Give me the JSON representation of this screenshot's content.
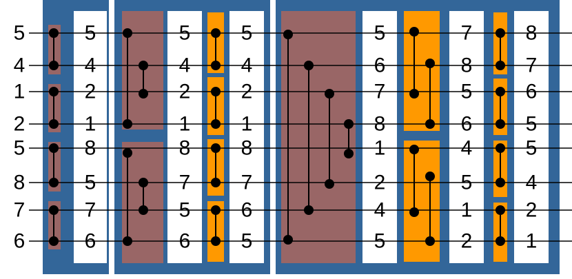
{
  "colors": {
    "background": "#ffffff",
    "stage_panel": "#336699",
    "number_column": "#ffffff",
    "compare_block_brown": "#996666",
    "compare_block_orange": "#ff9900",
    "wire": "#000000"
  },
  "input_column": [
    "5",
    "4",
    "1",
    "2",
    "5",
    "8",
    "7",
    "6"
  ],
  "columns": [
    [
      "5",
      "4",
      "2",
      "1",
      "8",
      "5",
      "7",
      "6"
    ],
    [
      "5",
      "4",
      "2",
      "1",
      "8",
      "7",
      "5",
      "6"
    ],
    [
      "5",
      "4",
      "2",
      "1",
      "8",
      "7",
      "6",
      "5"
    ],
    [
      "5",
      "6",
      "7",
      "8",
      "1",
      "2",
      "4",
      "5"
    ],
    [
      "7",
      "8",
      "5",
      "6",
      "4",
      "5",
      "1",
      "2"
    ],
    [
      "8",
      "7",
      "6",
      "5",
      "5",
      "4",
      "2",
      "1"
    ]
  ]
}
